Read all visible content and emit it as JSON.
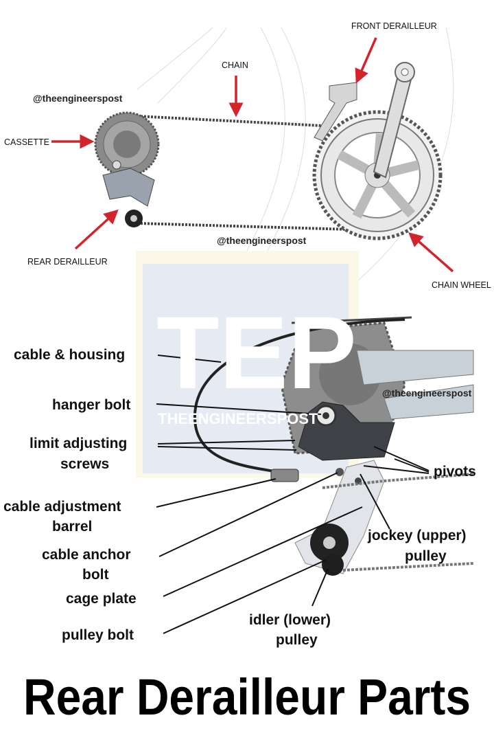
{
  "top_diagram": {
    "labels": {
      "front_derailleur": "FRONT DERAILLEUR",
      "chain": "CHAIN",
      "cassette": "CASSETTE",
      "rear_derailleur": "REAR DERAILLEUR",
      "chain_wheel": "CHAIN WHEEL"
    },
    "watermarks": [
      "@theengineerspost",
      "@theengineerspost"
    ]
  },
  "logo_watermark": {
    "big": "TEP",
    "small": "THEENGINEERSPOST"
  },
  "bottom_diagram": {
    "watermark": "@theengineerspost",
    "labels": {
      "cable_housing": "cable & housing",
      "hanger_bolt": "hanger bolt",
      "limit_screws_1": "limit adjusting",
      "limit_screws_2": "screws",
      "adjust_barrel_1": "cable adjustment",
      "adjust_barrel_2": "barrel",
      "anchor_bolt_1": "cable anchor",
      "anchor_bolt_2": "bolt",
      "cage_plate": "cage plate",
      "pulley_bolt": "pulley bolt",
      "pivots": "pivots",
      "jockey_1": "jockey (upper)",
      "jockey_2": "pulley",
      "idler_1": "idler (lower)",
      "idler_2": "pulley"
    }
  },
  "title": "Rear Derailleur Parts",
  "colors": {
    "arrow": "#d3242b",
    "text": "#111111",
    "watermark_bg": "#e6ebf3"
  }
}
